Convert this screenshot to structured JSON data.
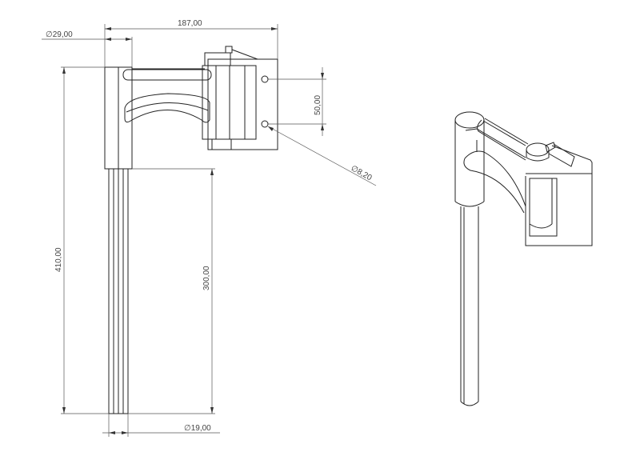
{
  "drawing": {
    "front_view": {
      "dimensions": {
        "overall_width": "187,00",
        "column_diameter": "∅29,00",
        "overall_height": "410,00",
        "rod_length": "300,00",
        "hole_spacing": "50,00",
        "hole_diameter": "∅8,20",
        "rod_diameter": "∅19,00"
      }
    },
    "isometric_view": {}
  }
}
